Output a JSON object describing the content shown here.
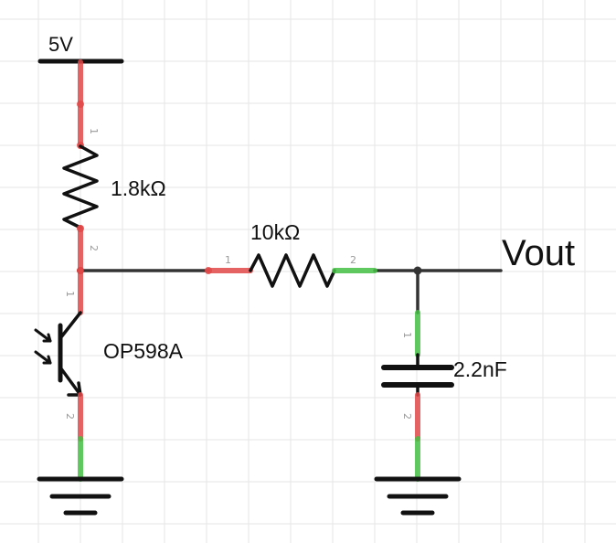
{
  "colors": {
    "background": "#ffffff",
    "grid": "#e6e6e6",
    "wire": "#333333",
    "component": "#111111",
    "unconnected_pin": "#e04848",
    "connected_pin": "#44c044",
    "pin_number": "#9a9a9a"
  },
  "labels": {
    "supply": "5V",
    "r1_value": "1.8kΩ",
    "r2_value": "10kΩ",
    "phototransistor": "OP598A",
    "capacitor_value": "2.2nF",
    "output": "Vout"
  },
  "pins": {
    "r1_pin1": "1",
    "r1_pin2": "2",
    "q1_pin1": "1",
    "q1_pin2": "2",
    "r2_pin1": "1",
    "r2_pin2": "2",
    "c1_pin1": "1",
    "c1_pin2": "2"
  }
}
